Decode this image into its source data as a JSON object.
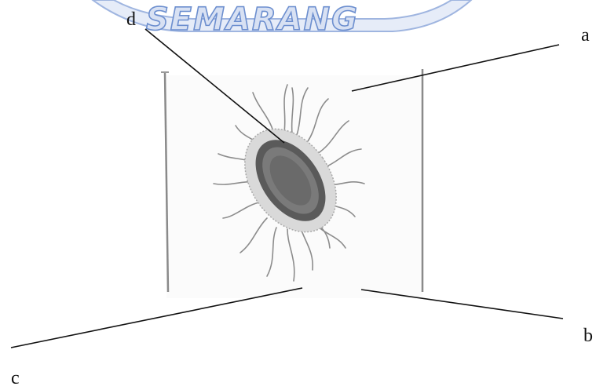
{
  "watermark": {
    "text": "SEMARANG",
    "fill": "#d8e1f3",
    "stroke": "#6d8fcf"
  },
  "labels": {
    "a": "a",
    "b": "b",
    "c": "c",
    "d": "d"
  },
  "colors": {
    "line": "#111111",
    "frame": "#8a8a8a",
    "bacterium_body": "#4b4b4b",
    "capsule": "#b9b9b9",
    "flagella": "#8c8c8c",
    "panel": "#fafafa"
  }
}
